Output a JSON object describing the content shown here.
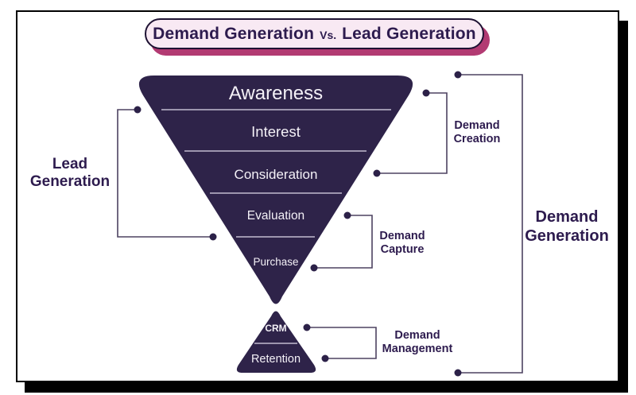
{
  "title": {
    "part1": "Demand Generation",
    "vs": "Vs.",
    "part2": "Lead Generation"
  },
  "funnel": {
    "stages": [
      {
        "label": "Awareness"
      },
      {
        "label": "Interest"
      },
      {
        "label": "Consideration"
      },
      {
        "label": "Evaluation"
      },
      {
        "label": "Purchase"
      }
    ]
  },
  "retention_triangle": {
    "stages": [
      {
        "label": "CRM"
      },
      {
        "label": "Retention"
      }
    ]
  },
  "annotations": {
    "lead_generation": "Lead\nGeneration",
    "demand_creation": "Demand\nCreation",
    "demand_capture": "Demand\nCapture",
    "demand_management": "Demand\nManagement",
    "demand_generation": "Demand\nGeneration"
  },
  "colors": {
    "funnel_fill": "#2e2349",
    "pill_background": "#f8e9f3",
    "pill_shadow_magenta": "#b23a72",
    "text_dark_purple": "#2d1b4e",
    "connector_line": "#4d4260",
    "divider_line": "#cfc8db",
    "frame_border": "#000000"
  }
}
